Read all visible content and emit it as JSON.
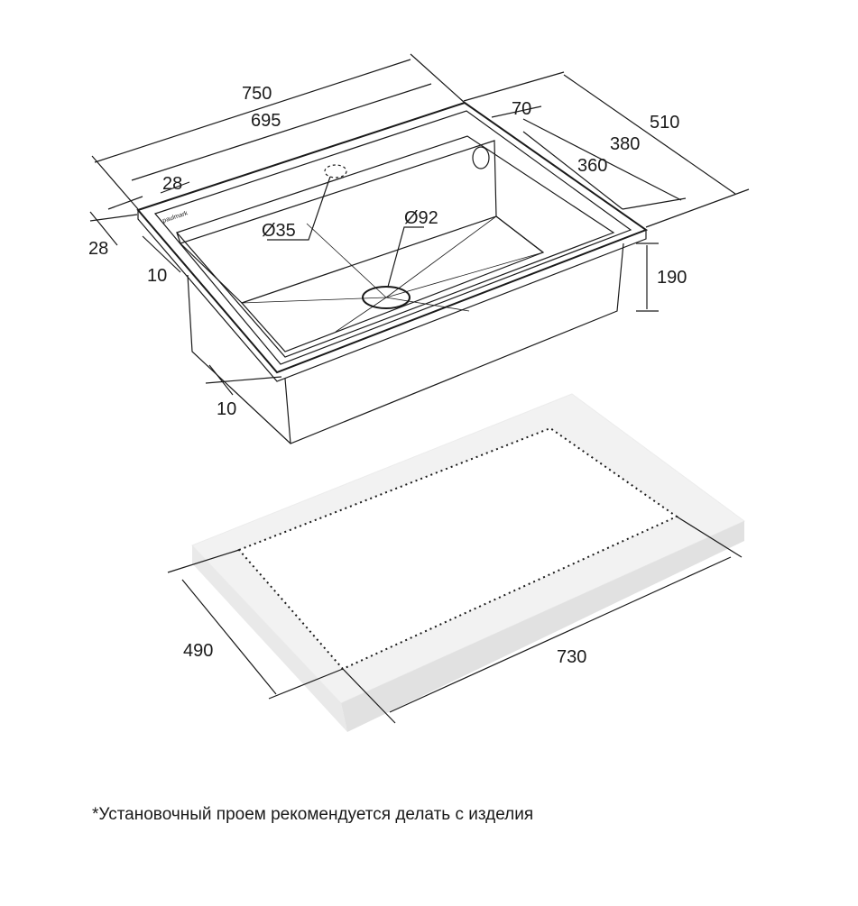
{
  "dimensions": {
    "total_length": "750",
    "inner_length": "695",
    "total_width": "510",
    "inner_width": "380",
    "bowl_width": "360",
    "deck_width": "70",
    "rim_offset": "28",
    "rim_height": "28",
    "rim_thickness_top": "10",
    "rim_thickness_bottom": "10",
    "depth": "190",
    "tap_hole": "Ø35",
    "drain_hole": "Ø92",
    "cutout_width": "490",
    "cutout_length": "730"
  },
  "brand_mark": "paulmark",
  "footnote": "*Установочный проем рекомендуется делать с изделия",
  "colors": {
    "line": "#1a1a1a",
    "countertop_top": "#f2f2f2",
    "countertop_side": "#e1e1e1",
    "background": "#ffffff"
  }
}
